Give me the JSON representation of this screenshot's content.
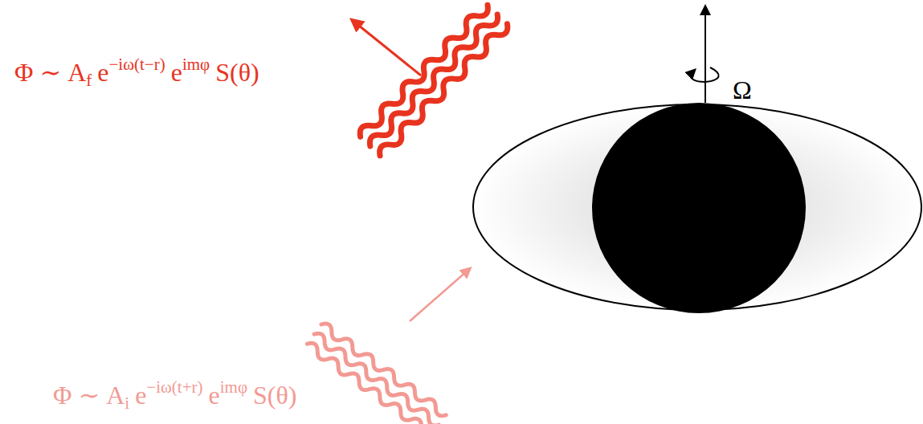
{
  "diagram": {
    "labels": [
      "Φ ∼ A",
      "f",
      "e",
      "−iω(t−r)",
      "e",
      "imφ",
      "S(θ)",
      "Ω",
      "Φ ∼ A",
      "i",
      "e",
      "−iω(t+r)",
      "e",
      "imφ",
      "S(θ)"
    ]
  }
}
